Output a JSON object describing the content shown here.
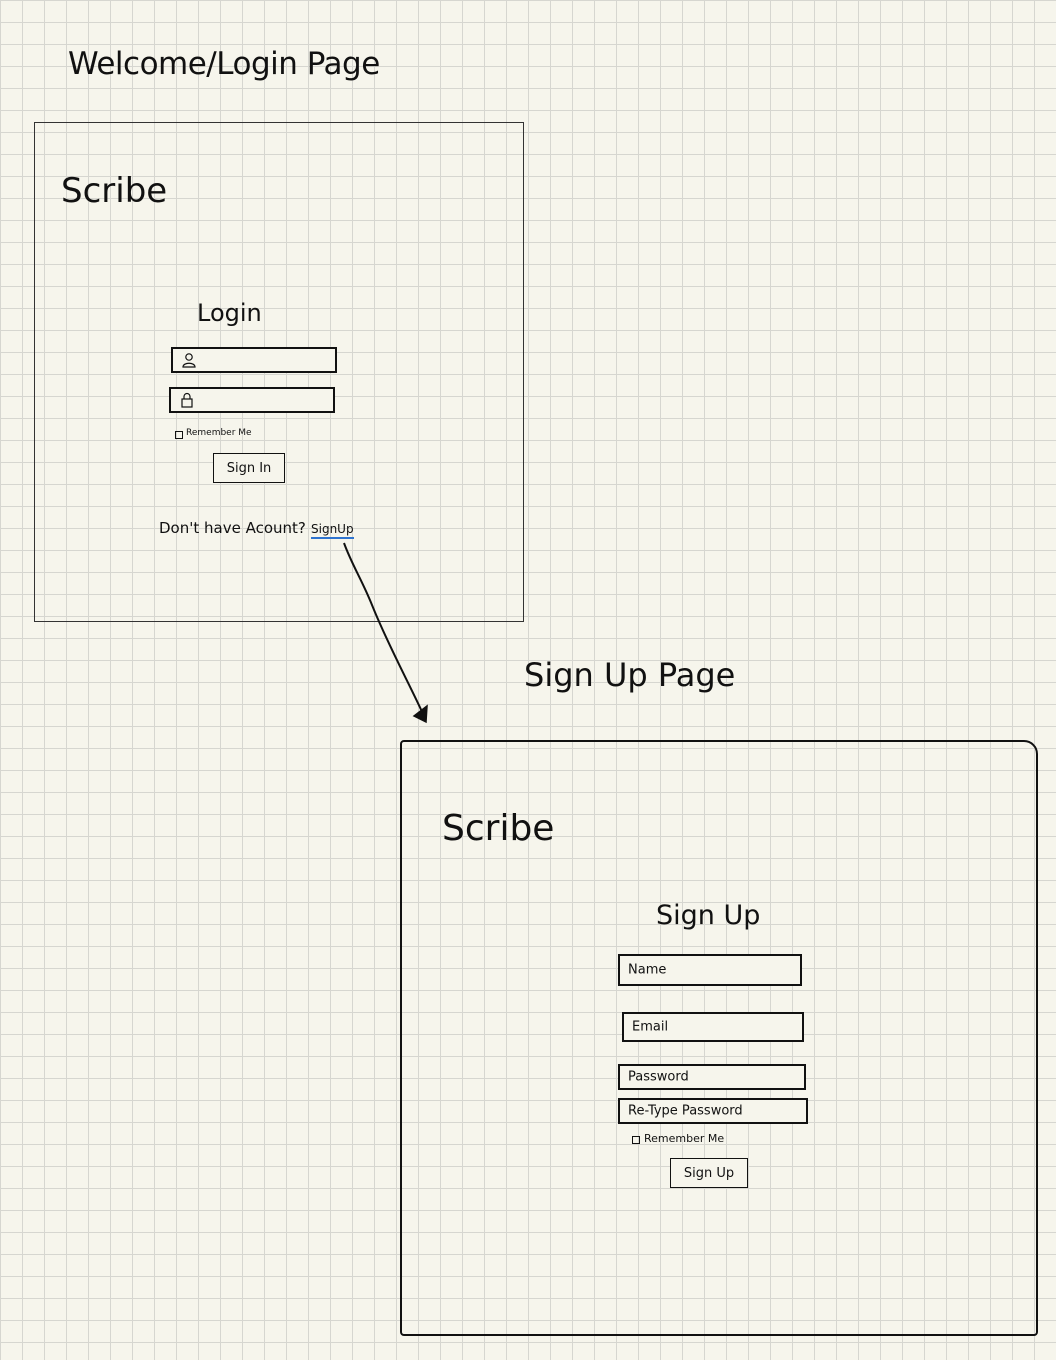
{
  "login_page": {
    "heading": "Welcome/Login Page",
    "brand": "Scribe",
    "form_title": "Login",
    "username_icon": "user-icon",
    "password_icon": "lock-icon",
    "remember_label": "Remember Me",
    "submit_label": "Sign In",
    "no_account_text": "Don't have Acount?",
    "signup_link": "SignUp",
    "link_color": "#2f74d0"
  },
  "signup_page": {
    "heading": "Sign Up Page",
    "brand": "Scribe",
    "form_title": "Sign Up",
    "name_placeholder": "Name",
    "email_placeholder": "Email",
    "password_placeholder": "Password",
    "retype_placeholder": "Re-Type Password",
    "remember_label": "Remember Me",
    "submit_label": "Sign Up"
  }
}
